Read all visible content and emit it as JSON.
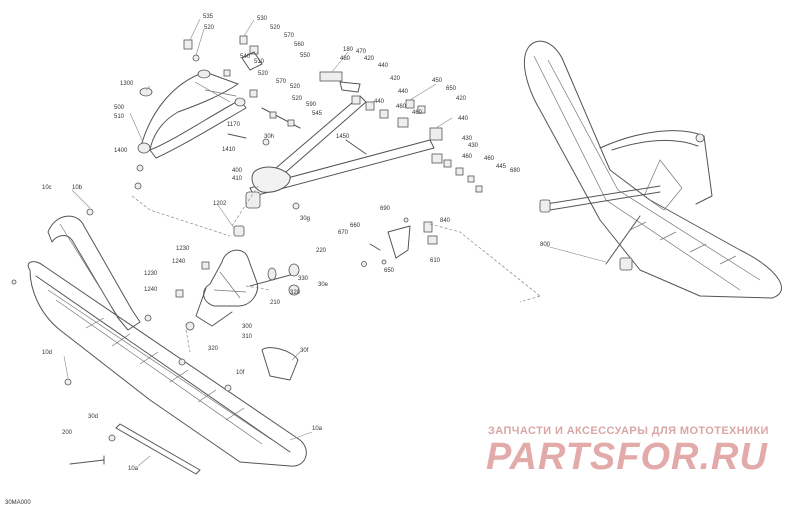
{
  "callouts": [
    "535",
    "520",
    "530",
    "520",
    "570",
    "560",
    "1300",
    "540",
    "510",
    "520",
    "180",
    "470",
    "420",
    "480",
    "550",
    "520",
    "570",
    "520",
    "590",
    "545",
    "440",
    "420",
    "440",
    "460",
    "430",
    "450",
    "650",
    "460",
    "440",
    "420",
    "440",
    "500",
    "510",
    "1170",
    "30h",
    "1410",
    "1400",
    "1450",
    "400",
    "410",
    "10c",
    "10b",
    "1202",
    "460",
    "430",
    "460",
    "445",
    "680",
    "30g",
    "690",
    "840",
    "670",
    "660",
    "610",
    "650",
    "800",
    "1230",
    "1240",
    "1230",
    "1240",
    "330",
    "220",
    "30e",
    "210",
    "320",
    "300",
    "310",
    "320",
    "10d",
    "30f",
    "10f",
    "30d",
    "200",
    "10a",
    "10a"
  ],
  "drawing_code": "30MA000",
  "watermark": {
    "slogan": "ЗАПЧАСТИ И АКСЕССУАРЫ ДЛЯ МОТОТЕХНИКИ",
    "logo": "PARTSFOR.RU"
  }
}
